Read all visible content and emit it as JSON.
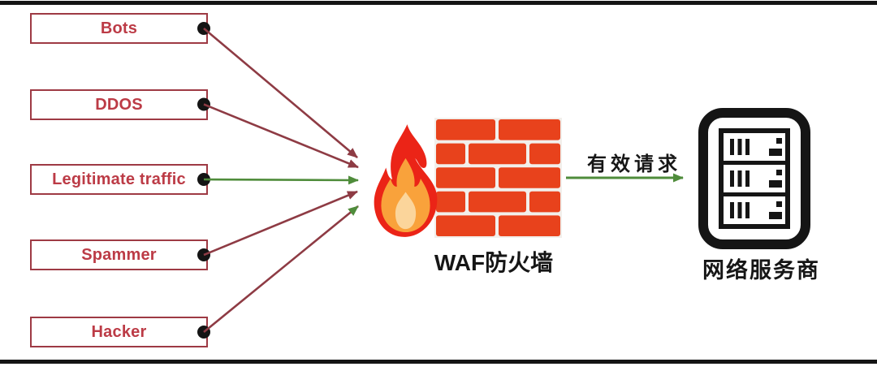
{
  "diagram": {
    "sources": [
      {
        "label": "Bots",
        "kind": "malicious"
      },
      {
        "label": "DDOS",
        "kind": "malicious"
      },
      {
        "label": "Legitimate traffic",
        "kind": "legitimate"
      },
      {
        "label": "Spammer",
        "kind": "malicious"
      },
      {
        "label": "Hacker",
        "kind": "malicious"
      }
    ],
    "firewall": {
      "label": "WAF防火墙"
    },
    "output_arrow": {
      "label": "有效请求"
    },
    "server": {
      "label": "网络服务商"
    },
    "connections": [
      {
        "from": "Bots",
        "to": "WAF防火墙",
        "style": "threat-red"
      },
      {
        "from": "DDOS",
        "to": "WAF防火墙",
        "style": "threat-red"
      },
      {
        "from": "Legitimate traffic",
        "to": "WAF防火墙",
        "style": "allowed-green"
      },
      {
        "from": "Spammer",
        "to": "WAF防火墙",
        "style": "threat-red"
      },
      {
        "from": "Hacker",
        "to": "WAF防火墙",
        "style": "threat-red"
      },
      {
        "from": "WAF防火墙",
        "to": "网络服务商",
        "style": "allowed-green",
        "label": "有效请求"
      }
    ],
    "colors": {
      "threat_arrow": "#8E3B44",
      "allow_arrow": "#4F8C3B",
      "box_border": "#9E3A44",
      "box_text": "#BC3B46",
      "brick": "#E8421C",
      "mortar": "#F2EFEB",
      "flame_outer": "#EB2417",
      "flame_middle": "#F9A23B",
      "flame_core": "#FBD59B",
      "rule_black": "#141414"
    }
  }
}
